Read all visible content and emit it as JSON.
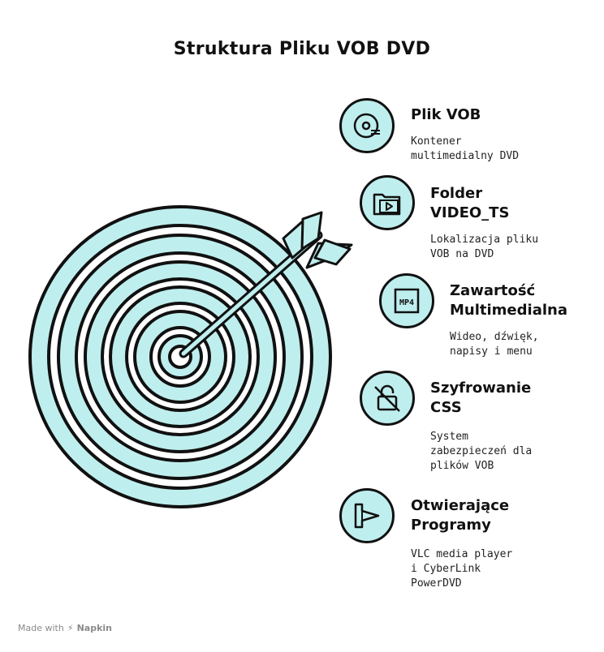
{
  "title": "Struktura Pliku VOB DVD",
  "colors": {
    "accent": "#bfeeee",
    "stroke": "#111111",
    "white": "#ffffff"
  },
  "items": [
    {
      "icon": "disc-icon",
      "title": "Plik VOB",
      "desc": "Kontener\nmultimedialny DVD"
    },
    {
      "icon": "video-folder-icon",
      "title": "Folder\nVIDEO_TS",
      "desc": "Lokalizacja pliku\nVOB na DVD"
    },
    {
      "icon": "mp4-file-icon",
      "title": "Zawartość\nMultimedialna",
      "desc": "Wideo, dźwięk,\nnapisy i menu"
    },
    {
      "icon": "unlocked-lock-icon",
      "title": "Szyfrowanie\nCSS",
      "desc": "System\nzabezpieczeń dla\nplików VOB"
    },
    {
      "icon": "play-logo-icon",
      "title": "Otwierające\nProgramy",
      "desc": "VLC media player\ni CyberLink\nPowerDVD"
    }
  ],
  "footer": {
    "made_with": "Made with",
    "brand": "Napkin"
  }
}
